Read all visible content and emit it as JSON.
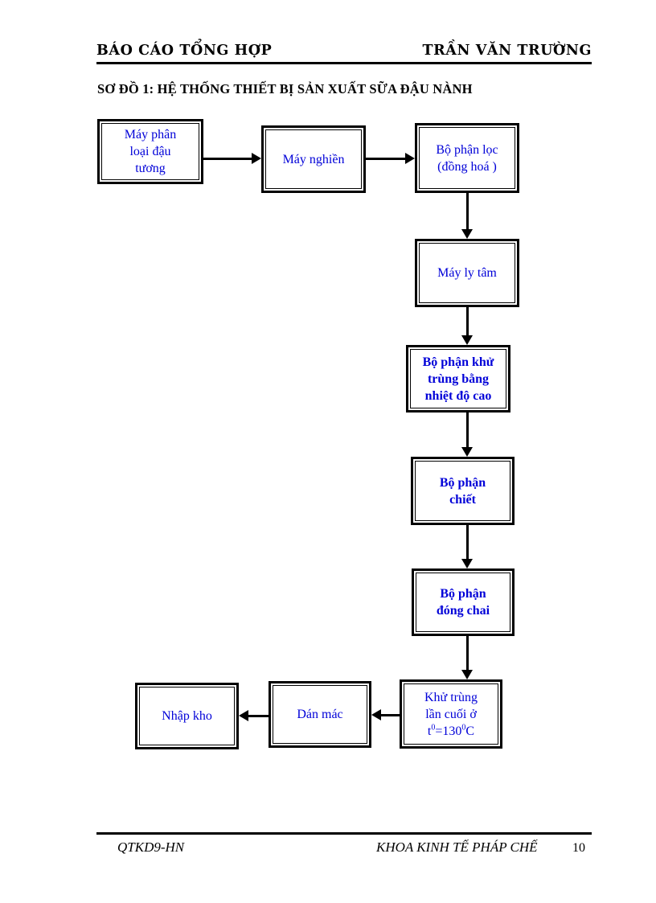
{
  "header": {
    "left": "BÁO CÁO TỔNG HỢP",
    "right": "TRẦN VĂN TRƯỜNG"
  },
  "diagram": {
    "title": "SƠ ĐỒ 1: HỆ THỐNG THIẾT BỊ SẢN XUẤT SỮA ĐẬU NÀNH",
    "text_color": "#0000d8",
    "border_color": "#000000",
    "nodes": [
      {
        "id": "may-phan-loai-dau-tuong",
        "label": "Máy phân\nloại đậu\ntương"
      },
      {
        "id": "may-nghien",
        "label": "Máy nghiền"
      },
      {
        "id": "bo-phan-loc",
        "label": "Bộ phận lọc\n(đồng hoá )"
      },
      {
        "id": "may-ly-tam",
        "label": "Máy ly tâm"
      },
      {
        "id": "bo-phan-khu-trung",
        "label": "Bộ phận khử\ntrùng bằng\nnhiệt độ cao"
      },
      {
        "id": "bo-phan-chiet",
        "label": "Bộ phận\nchiết"
      },
      {
        "id": "bo-phan-dong-chai",
        "label": "Bộ phận\nđóng chai"
      },
      {
        "id": "khu-trung-lan-cuoi",
        "label": "Khử trùng\nlần cuối ở",
        "formula_pre": "t",
        "formula_sup1": "0",
        "formula_mid": "=130",
        "formula_sup2": "0",
        "formula_post": "C"
      },
      {
        "id": "dan-mac",
        "label": "Dán mác"
      },
      {
        "id": "nhap-kho",
        "label": "Nhập kho"
      }
    ]
  },
  "footer": {
    "left": "QTKD9-HN",
    "center": "KHOA KINH TẾ PHÁP CHẾ",
    "page": "10"
  }
}
